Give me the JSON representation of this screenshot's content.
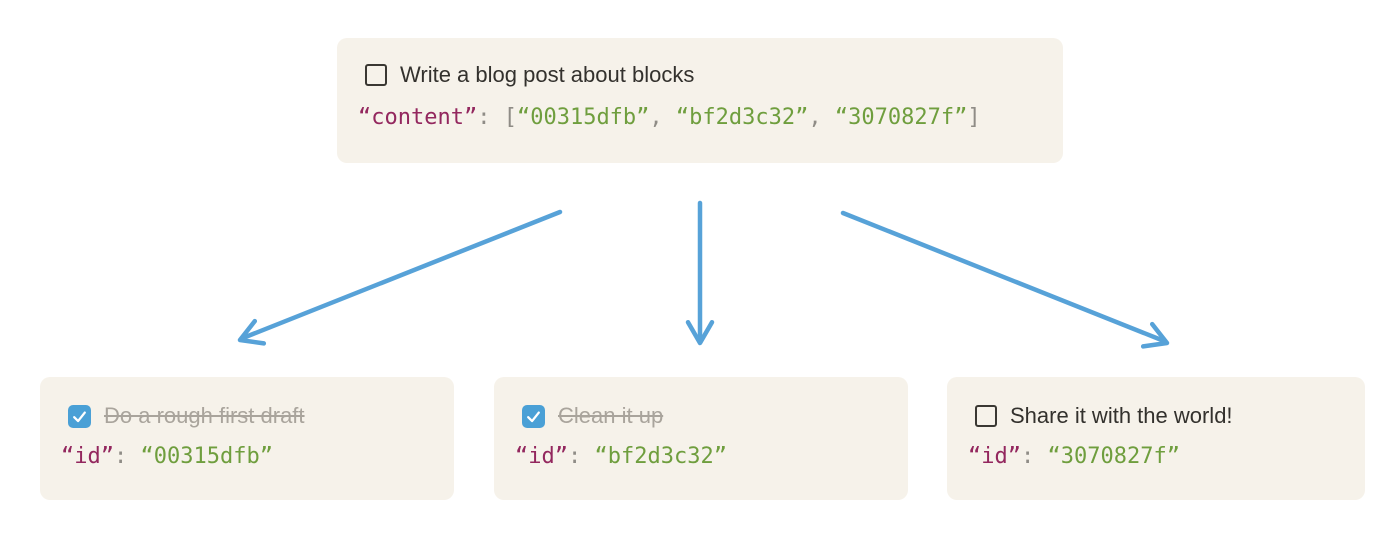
{
  "colors": {
    "box_bg": "#f6f2ea",
    "arrow": "#57a2d8",
    "cb_blue": "#4aa0d6",
    "cb_border": "#3a3833",
    "code_key": "#93275e",
    "code_str": "#6f9e3e",
    "code_punct": "#8f8c86",
    "text_dark": "#33312d",
    "text_done": "#a9a49c"
  },
  "parent_block": {
    "todo_label": "Write a blog post about blocks",
    "checked": false,
    "code": {
      "key": "“content”",
      "colon": ": ",
      "open": "[",
      "sep": ", ",
      "close": "]",
      "values": [
        "“00315dfb”",
        "“bf2d3c32”",
        "“3070827f”"
      ]
    }
  },
  "children": [
    {
      "todo_label": "Do a rough first draft",
      "checked": true,
      "code": {
        "key": "“id”",
        "colon": ": ",
        "value": "“00315dfb”"
      }
    },
    {
      "todo_label": "Clean it up",
      "checked": true,
      "code": {
        "key": "“id”",
        "colon": ": ",
        "value": "“bf2d3c32”"
      }
    },
    {
      "todo_label": "Share it with the world!",
      "checked": false,
      "code": {
        "key": "“id”",
        "colon": ": ",
        "value": "“3070827f”"
      }
    }
  ]
}
